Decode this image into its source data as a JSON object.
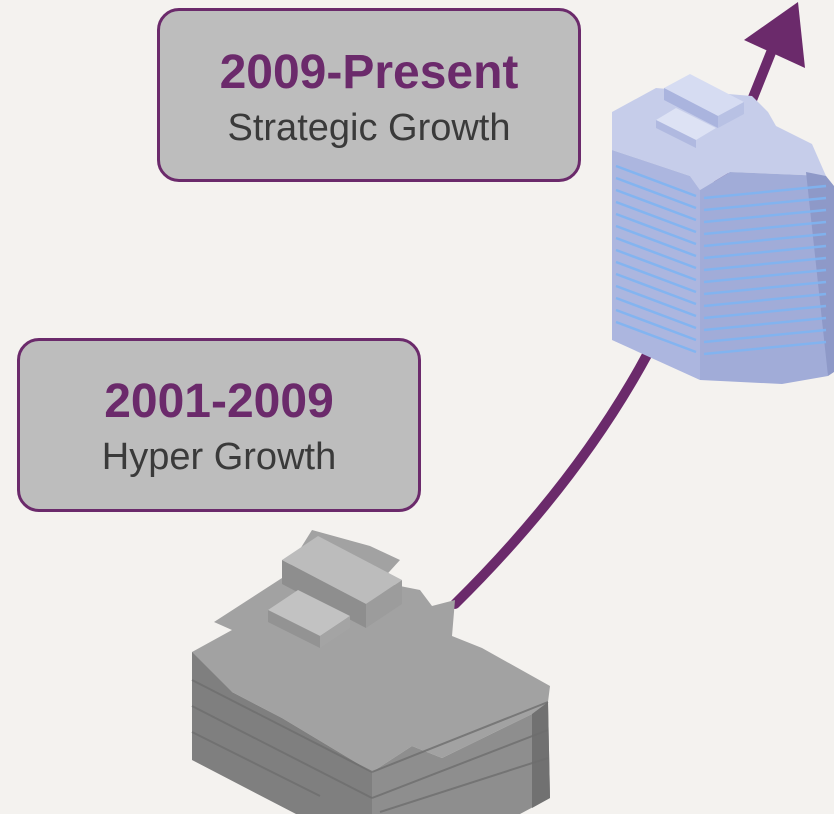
{
  "eras": [
    {
      "years": "2009-Present",
      "label": "Strategic Growth"
    },
    {
      "years": "2001-2009",
      "label": "Hyper Growth"
    }
  ],
  "colors": {
    "accent": "#6b2a6b",
    "box_fill": "#bdbdbd",
    "background": "#f4f2ef",
    "label_text": "#3a3a3a",
    "old_building": "#9a9a9a",
    "new_building": "#b8c4e6",
    "window_stripe": "#7fb4f2"
  }
}
